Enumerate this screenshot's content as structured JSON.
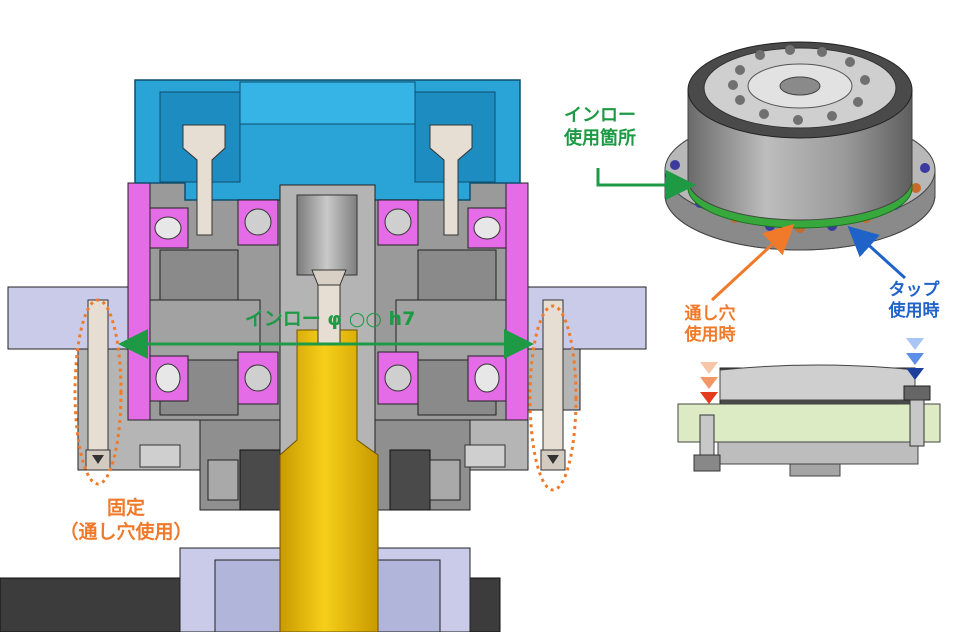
{
  "labels": {
    "fixed_line1": "固定",
    "fixed_line2": "（通し穴使用）",
    "spigot_dim": "インロー φ ○○ h7",
    "spigot_loc_line1": "インロー",
    "spigot_loc_line2": "使用箇所",
    "through_hole_line1": "通し穴",
    "through_hole_line2": "使用時",
    "tap_line1": "タップ",
    "tap_line2": "使用時"
  },
  "colors": {
    "green": "#1e9a45",
    "orange": "#f07a2a",
    "blue": "#1f63c9",
    "housing_blue": "#2aa3d6",
    "magenta": "#e46ce6",
    "shaft_yellow": "#f2c200",
    "flange_lavender": "#c9cbe8",
    "plate_green": "#dcebc4"
  }
}
